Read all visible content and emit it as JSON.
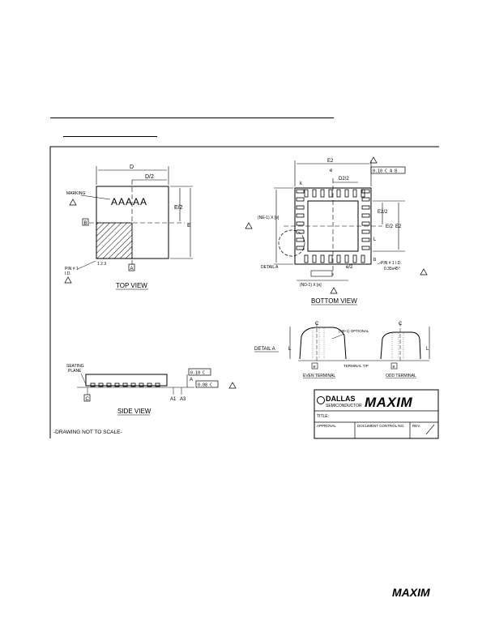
{
  "page": {
    "background": "#ffffff",
    "ink": "#000000"
  },
  "top_view": {
    "dim_D": "D",
    "dim_D_half": "D/2",
    "marking_label": "MARKING",
    "marking_chars": "AAAAA",
    "dim_E_half": "E/2",
    "dim_E": "E",
    "datum_B": "B",
    "datum_A": "A",
    "pin_label": "PIN # 1",
    "pin_label_2": "I.D.",
    "pin_numbers": "1  2  3",
    "caption": "TOP VIEW"
  },
  "bottom_view": {
    "dim_E2": "E2",
    "dim_e": "e",
    "dim_D2_half": "D2/2",
    "dim_k": "k",
    "tolerance": "0.10 C A B",
    "left_callout": "(NE-1) X [e]",
    "dim_E2_half": "E2/2",
    "dim_E2_right": "E2",
    "dim_E_half_right": "E/2",
    "dim_b": "b",
    "dim_L": "L",
    "detail_label": "DETAIL A",
    "pin_label": "PIN # 1 I.D.",
    "pin_label_2": "0.35x45°",
    "dim_e_half": "e/2",
    "bottom_callout": "(ND-1) X [e]",
    "caption": "BOTTOM VIEW"
  },
  "side_view": {
    "seating": "SEATING",
    "plane": "PLANE",
    "datum_C": "C",
    "flatness": "0.10 C",
    "coplanarity": "0.08 C",
    "dim_A": "A",
    "dim_A1": "A1",
    "dim_A3": "A3",
    "caption": "SIDE VIEW"
  },
  "detail_a": {
    "label": "DETAIL A",
    "centerline_left": "C",
    "centerline_right": "C",
    "optional_note": "(ND-1) OPTIONAL",
    "terminal_tip": "TERMINAL TIP",
    "dim_L_left": "L",
    "dim_L_right": "L",
    "dim_e_left": "e",
    "dim_e_right": "e",
    "even_caption": "EVEN TERMINAL",
    "odd_caption": "ODD TERMINAL"
  },
  "title_block": {
    "dallas_line1": "DALLAS",
    "dallas_line2": "SEMICONDUCTOR",
    "maxim": "MAXIM",
    "title_label": "TITLE:",
    "approval_label": "APPROVAL",
    "doc_control_label": "DOCUMENT CONTROL NO.",
    "rev_label": "REV."
  },
  "footer_note": "-DRAWING NOT TO SCALE-",
  "footer_logo": "MAXIM"
}
